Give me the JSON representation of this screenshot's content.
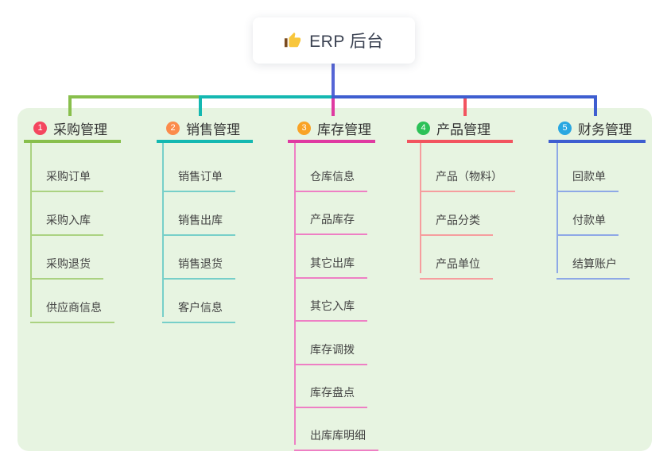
{
  "canvas": {
    "panel_bg": "#e7f4e1"
  },
  "root": {
    "title": "ERP 后台",
    "icon": "thumbs-up-icon",
    "line_color": "#5565d6"
  },
  "branches": [
    {
      "badge": "1",
      "badge_color": "#f4465f",
      "label": "采购管理",
      "line_color": "#88bf4c",
      "child_line_color": "#abd281",
      "children": [
        "采购订单",
        "采购入库",
        "采购退货",
        "供应商信息"
      ]
    },
    {
      "badge": "2",
      "badge_color": "#fb8b4b",
      "label": "销售管理",
      "line_color": "#14b8b1",
      "child_line_color": "#77cfc9",
      "children": [
        "销售订单",
        "销售出库",
        "销售退货",
        "客户信息"
      ]
    },
    {
      "badge": "3",
      "badge_color": "#f9a326",
      "label": "库存管理",
      "line_color": "#df3aa1",
      "child_line_color": "#ee7fc4",
      "children": [
        "仓库信息",
        "产品库存",
        "其它出库",
        "其它入库",
        "库存调拨",
        "库存盘点",
        "出库库明细"
      ]
    },
    {
      "badge": "4",
      "badge_color": "#2cc157",
      "label": "产品管理",
      "line_color": "#f2545f",
      "child_line_color": "#f69d9e",
      "children": [
        "产品（物料）",
        "产品分类",
        "产品单位"
      ]
    },
    {
      "badge": "5",
      "badge_color": "#29a7e1",
      "label": "财务管理",
      "line_color": "#3e5ed0",
      "child_line_color": "#8ea8e6",
      "children": [
        "回款单",
        "付款单",
        "结算账户"
      ]
    }
  ]
}
